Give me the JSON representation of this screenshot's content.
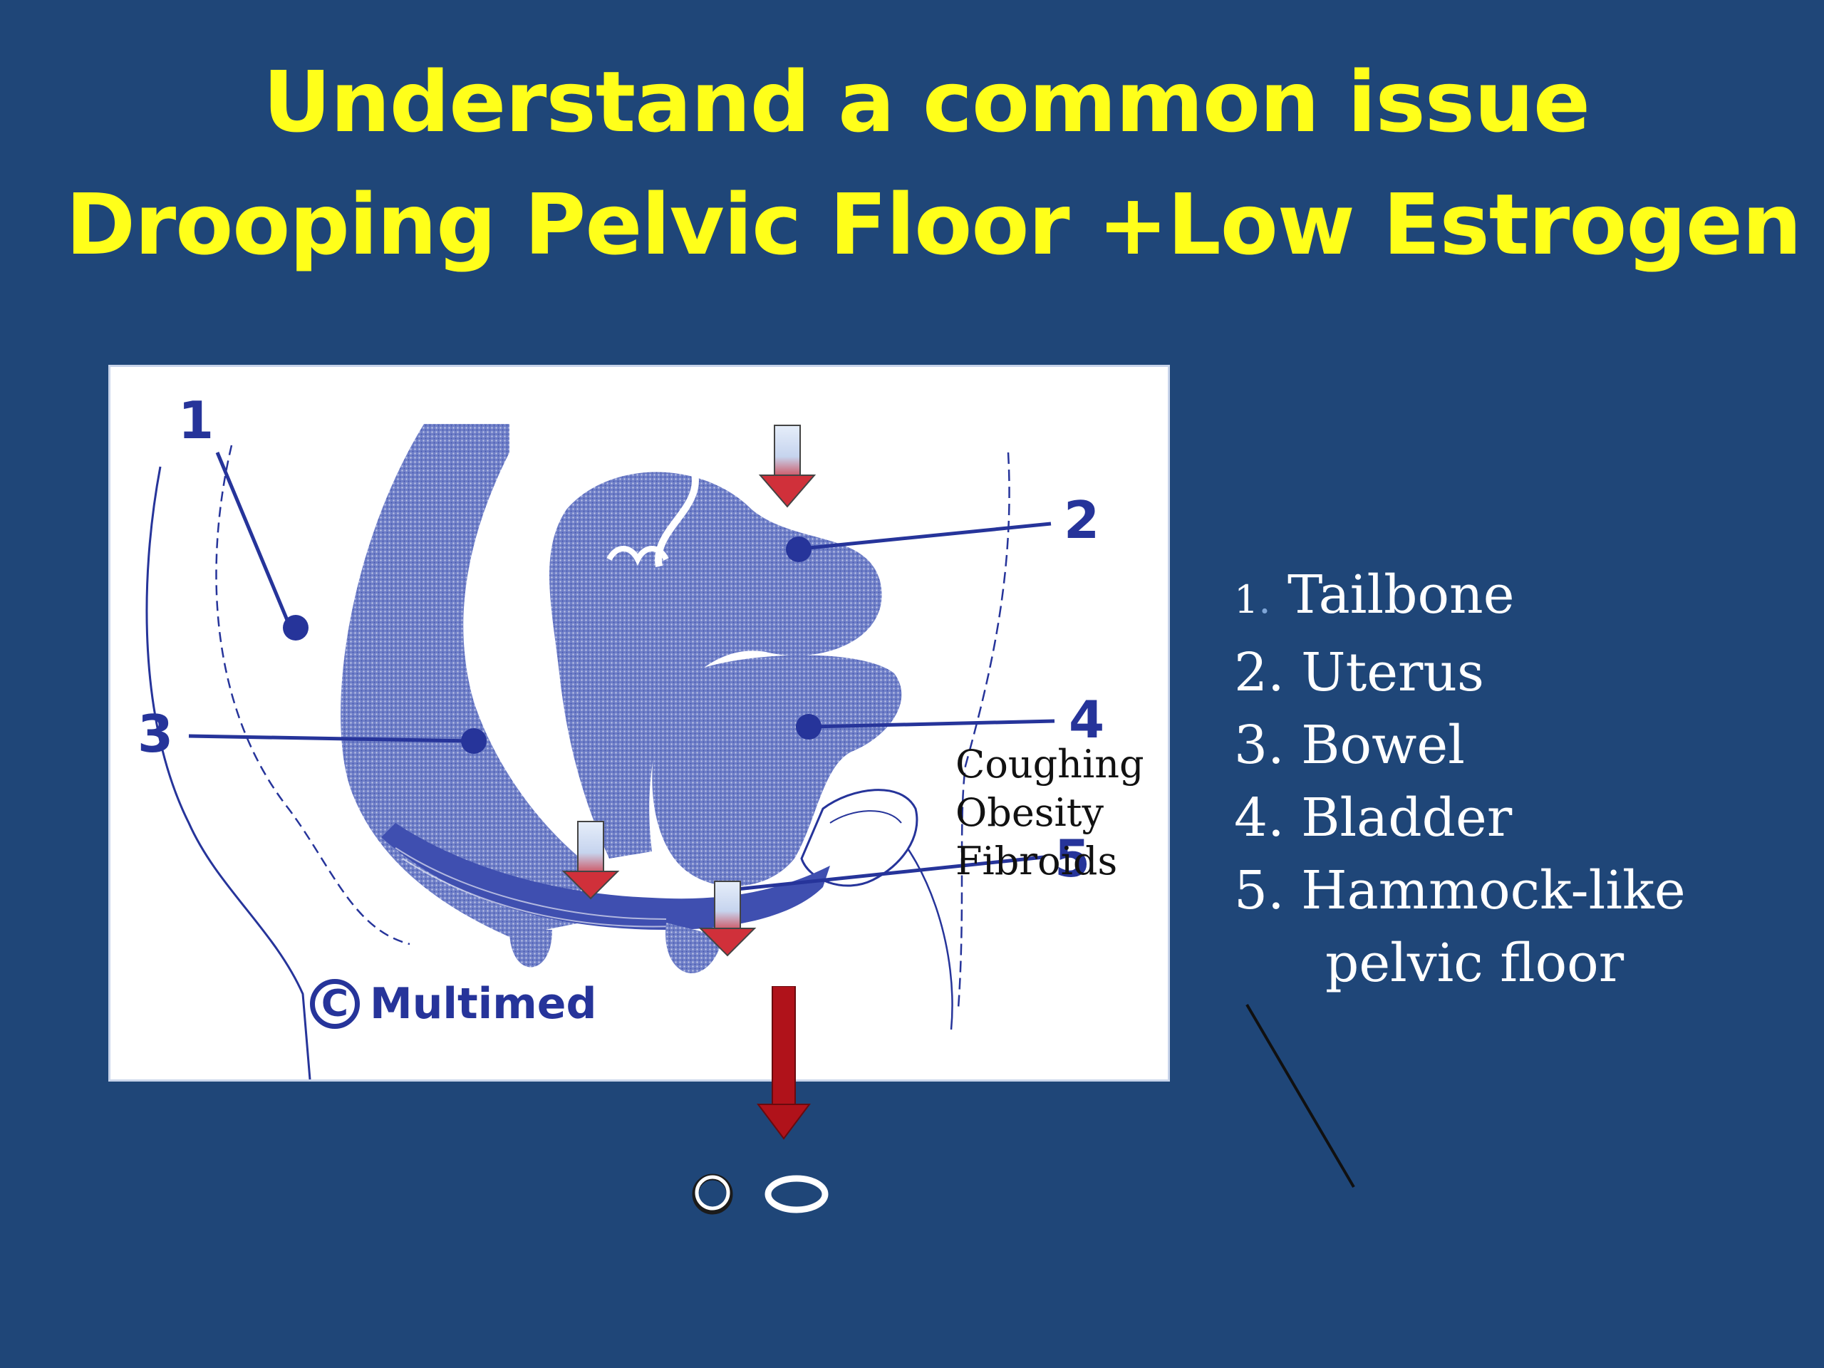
{
  "slide": {
    "title_line1": "Understand a common issue",
    "title_line2": "Drooping Pelvic Floor +Low Estrogen"
  },
  "figure": {
    "callout_numbers": [
      "1",
      "2",
      "3",
      "4",
      "5"
    ],
    "causes": [
      "Coughing",
      "Obesity",
      "Fibroids"
    ],
    "copyright_symbol": "C",
    "copyright_text": "Multimed"
  },
  "legend": {
    "items": [
      {
        "num": "1",
        "sep": ".",
        "label": " Tailbone"
      },
      {
        "num": "2.",
        "label": " Uterus"
      },
      {
        "num": "3.",
        "label": " Bowel"
      },
      {
        "num": "4.",
        "label": " Bladder"
      },
      {
        "num": "5.",
        "label": " Hammock-like"
      }
    ],
    "continuation": "pelvic floor"
  },
  "colors": {
    "background": "#1f4678",
    "title": "#ffff1a",
    "diagram_ink": "#26349a",
    "arrow_red": "#b0121a"
  }
}
